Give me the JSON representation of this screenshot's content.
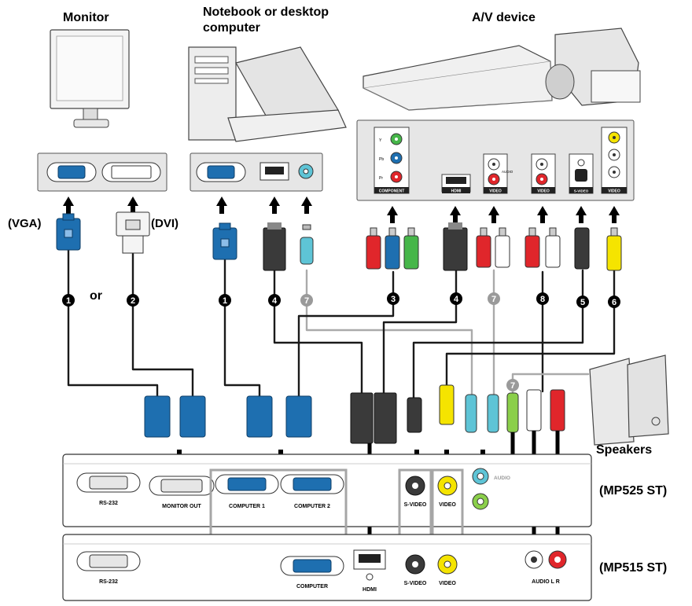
{
  "headings": {
    "monitor": "Monitor",
    "computer": "Notebook or desktop computer",
    "av_device": "A/V device",
    "speakers": "Speakers"
  },
  "connector_labels": {
    "vga": "(VGA)",
    "dvi": "(DVI)",
    "or": "or"
  },
  "models": {
    "top": "(MP525 ST)",
    "bottom": "(MP515 ST)"
  },
  "cable_numbers": [
    "1",
    "2",
    "1",
    "4",
    "7",
    "3",
    "4",
    "7",
    "8",
    "5",
    "6",
    "7"
  ],
  "av_panel_labels": {
    "component": "COMPONENT",
    "hdmi": "HDMI",
    "video_a": "VIDEO",
    "video_b": "VIDEO",
    "svideo": "S-VIDEO",
    "video_c": "VIDEO",
    "audio": "AUDIO",
    "y": "Y",
    "pb": "Pb",
    "pr": "Pr"
  },
  "mp525_ports": {
    "rs232": "RS-232",
    "monitor_out": "MONITOR OUT",
    "computer1": "COMPUTER 1",
    "computer2": "COMPUTER 2",
    "svideo": "S-VIDEO",
    "video": "VIDEO",
    "audio": "AUDIO"
  },
  "mp515_ports": {
    "rs232": "RS-232",
    "computer": "COMPUTER",
    "hdmi": "HDMI",
    "svideo": "S-VIDEO",
    "video": "VIDEO",
    "audio_lr": "AUDIO L R"
  },
  "colors": {
    "vga_blue": "#1e6fb0",
    "cable_black": "#1a1a1a",
    "cable_grey": "#aaaaaa",
    "rca_red": "#e0262b",
    "rca_yellow": "#f5e400",
    "rca_green": "#46b649",
    "audio_teal": "#5ec4d6",
    "panel_grey": "#e6e6e6",
    "highlight_grey": "#a6a6a6"
  }
}
